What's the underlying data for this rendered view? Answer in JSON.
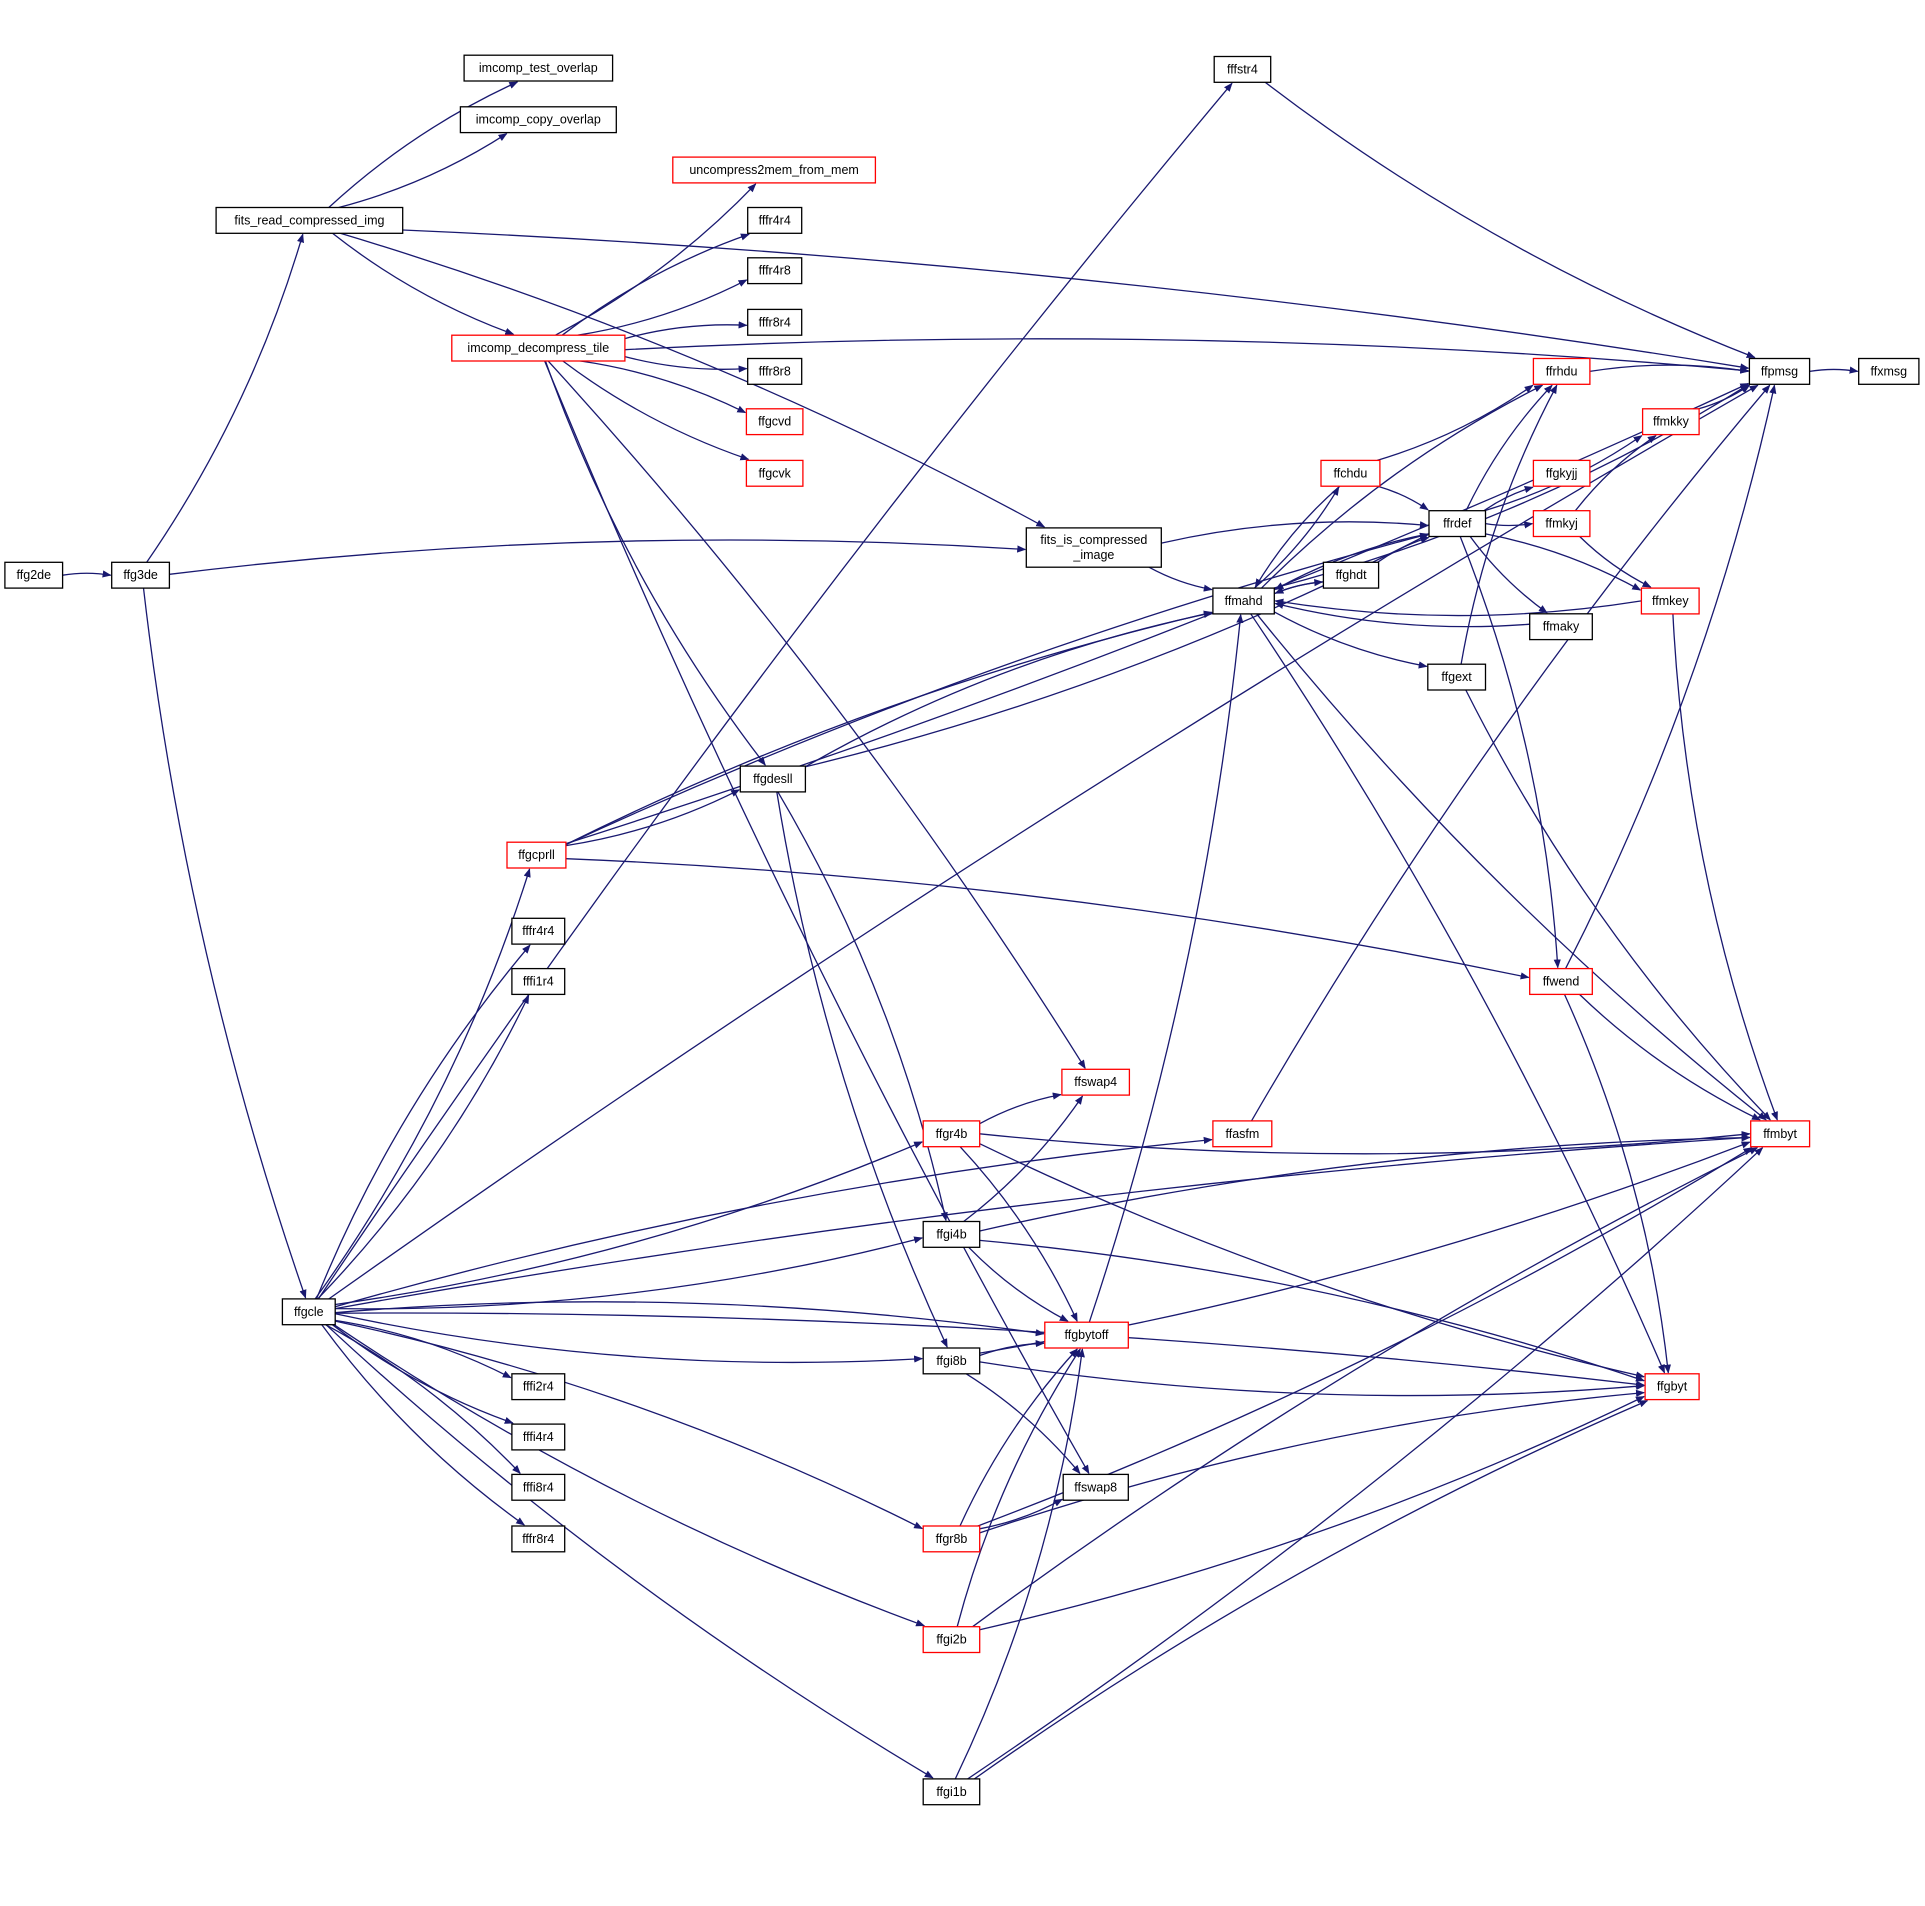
{
  "colors": {
    "edge": "#191970",
    "node_border_expandable": "#ff0000",
    "node_border_plain": "#000000",
    "root_fill": "#bfbfbf"
  },
  "nodes": [
    {
      "id": "ffg2de",
      "label": "ffg2de",
      "kind": "root"
    },
    {
      "id": "ffg3de",
      "label": "ffg3de",
      "kind": "plain"
    },
    {
      "id": "fits_read_compressed_img",
      "label": "fits_read_compressed_img",
      "kind": "plain"
    },
    {
      "id": "imcomp_test_overlap",
      "label": "imcomp_test_overlap",
      "kind": "plain"
    },
    {
      "id": "imcomp_copy_overlap",
      "label": "imcomp_copy_overlap",
      "kind": "plain"
    },
    {
      "id": "ffpmsg",
      "label": "ffpmsg",
      "kind": "plain"
    },
    {
      "id": "ffxmsg",
      "label": "ffxmsg",
      "kind": "plain"
    },
    {
      "id": "ffgcle",
      "label": "ffgcle",
      "kind": "plain"
    },
    {
      "id": "fffstr4",
      "label": "fffstr4",
      "kind": "plain"
    },
    {
      "id": "uncompress2mem_from_mem",
      "label": "uncompress2mem_from_mem",
      "kind": "expandable"
    },
    {
      "id": "imcomp_decompress_tile",
      "label": "imcomp_decompress_tile",
      "kind": "expandable"
    },
    {
      "id": "fffr4r4_a",
      "label": "fffr4r4",
      "kind": "plain"
    },
    {
      "id": "fffr4r8",
      "label": "fffr4r8",
      "kind": "plain"
    },
    {
      "id": "fffr8r4_a",
      "label": "fffr8r4",
      "kind": "plain"
    },
    {
      "id": "fffr8r8",
      "label": "fffr8r8",
      "kind": "plain"
    },
    {
      "id": "ffgcvd",
      "label": "ffgcvd",
      "kind": "expandable"
    },
    {
      "id": "ffgcvk",
      "label": "ffgcvk",
      "kind": "expandable"
    },
    {
      "id": "fits_is_compressed_image",
      "label": "fits_is_compressed\n_image",
      "kind": "plain"
    },
    {
      "id": "ffmahd",
      "label": "ffmahd",
      "kind": "plain"
    },
    {
      "id": "ffrhdu",
      "label": "ffrhdu",
      "kind": "expandable"
    },
    {
      "id": "ffchdu",
      "label": "ffchdu",
      "kind": "expandable"
    },
    {
      "id": "ffrdef",
      "label": "ffrdef",
      "kind": "plain"
    },
    {
      "id": "ffgkyjj",
      "label": "ffgkyjj",
      "kind": "expandable"
    },
    {
      "id": "ffmkky",
      "label": "ffmkky",
      "kind": "expandable"
    },
    {
      "id": "ffmkyj",
      "label": "ffmkyj",
      "kind": "expandable"
    },
    {
      "id": "ffmkey",
      "label": "ffmkey",
      "kind": "expandable"
    },
    {
      "id": "ffghdt",
      "label": "ffghdt",
      "kind": "plain"
    },
    {
      "id": "ffmaky",
      "label": "ffmaky",
      "kind": "plain"
    },
    {
      "id": "ffgext",
      "label": "ffgext",
      "kind": "plain"
    },
    {
      "id": "ffgdesll",
      "label": "ffgdesll",
      "kind": "plain"
    },
    {
      "id": "ffgcprll",
      "label": "ffgcprll",
      "kind": "expandable"
    },
    {
      "id": "ffwend",
      "label": "ffwend",
      "kind": "expandable"
    },
    {
      "id": "fffr4r4_b",
      "label": "fffr4r4",
      "kind": "plain"
    },
    {
      "id": "fffi1r4",
      "label": "fffi1r4",
      "kind": "plain"
    },
    {
      "id": "ffswap4",
      "label": "ffswap4",
      "kind": "expandable"
    },
    {
      "id": "ffgr4b",
      "label": "ffgr4b",
      "kind": "expandable"
    },
    {
      "id": "ffasfm",
      "label": "ffasfm",
      "kind": "expandable"
    },
    {
      "id": "ffmbyt",
      "label": "ffmbyt",
      "kind": "expandable"
    },
    {
      "id": "ffgi4b",
      "label": "ffgi4b",
      "kind": "plain"
    },
    {
      "id": "ffgbytoff",
      "label": "ffgbytoff",
      "kind": "expandable"
    },
    {
      "id": "ffgi8b",
      "label": "ffgi8b",
      "kind": "plain"
    },
    {
      "id": "ffgbyt",
      "label": "ffgbyt",
      "kind": "expandable"
    },
    {
      "id": "fffi2r4",
      "label": "fffi2r4",
      "kind": "plain"
    },
    {
      "id": "fffi4r4",
      "label": "fffi4r4",
      "kind": "plain"
    },
    {
      "id": "fffi8r4",
      "label": "fffi8r4",
      "kind": "plain"
    },
    {
      "id": "ffswap8",
      "label": "ffswap8",
      "kind": "plain"
    },
    {
      "id": "fffr8r4_b",
      "label": "fffr8r4",
      "kind": "plain"
    },
    {
      "id": "ffgr8b",
      "label": "ffgr8b",
      "kind": "expandable"
    },
    {
      "id": "ffgi2b",
      "label": "ffgi2b",
      "kind": "expandable"
    },
    {
      "id": "ffgi1b",
      "label": "ffgi1b",
      "kind": "plain"
    }
  ],
  "edges": [
    [
      "ffg2de",
      "ffg3de"
    ],
    [
      "ffg3de",
      "fits_read_compressed_img"
    ],
    [
      "ffg3de",
      "fits_is_compressed_image"
    ],
    [
      "ffg3de",
      "ffgcle"
    ],
    [
      "fits_read_compressed_img",
      "imcomp_test_overlap"
    ],
    [
      "fits_read_compressed_img",
      "imcomp_copy_overlap"
    ],
    [
      "fits_read_compressed_img",
      "ffpmsg"
    ],
    [
      "fits_read_compressed_img",
      "imcomp_decompress_tile"
    ],
    [
      "fits_read_compressed_img",
      "fits_is_compressed_image"
    ],
    [
      "imcomp_decompress_tile",
      "uncompress2mem_from_mem"
    ],
    [
      "imcomp_decompress_tile",
      "fffr4r4_a"
    ],
    [
      "imcomp_decompress_tile",
      "fffr4r8"
    ],
    [
      "imcomp_decompress_tile",
      "fffr8r4_a"
    ],
    [
      "imcomp_decompress_tile",
      "fffr8r8"
    ],
    [
      "imcomp_decompress_tile",
      "ffgcvd"
    ],
    [
      "imcomp_decompress_tile",
      "ffgcvk"
    ],
    [
      "imcomp_decompress_tile",
      "ffpmsg"
    ],
    [
      "imcomp_decompress_tile",
      "ffgdesll"
    ],
    [
      "imcomp_decompress_tile",
      "ffswap4"
    ],
    [
      "imcomp_decompress_tile",
      "ffswap8"
    ],
    [
      "ffpmsg",
      "ffxmsg"
    ],
    [
      "fffstr4",
      "ffpmsg"
    ],
    [
      "ffgcle",
      "fffstr4"
    ],
    [
      "ffgcle",
      "ffgcprll"
    ],
    [
      "ffgcle",
      "fffr4r4_b"
    ],
    [
      "ffgcle",
      "fffi1r4"
    ],
    [
      "ffgcle",
      "ffpmsg"
    ],
    [
      "ffgcle",
      "ffgr4b"
    ],
    [
      "ffgcle",
      "ffasfm"
    ],
    [
      "ffgcle",
      "ffgi4b"
    ],
    [
      "ffgcle",
      "ffgbytoff"
    ],
    [
      "ffgcle",
      "ffgi8b"
    ],
    [
      "ffgcle",
      "fffi2r4"
    ],
    [
      "ffgcle",
      "fffi4r4"
    ],
    [
      "ffgcle",
      "fffi8r4"
    ],
    [
      "ffgcle",
      "fffr8r4_b"
    ],
    [
      "ffgcle",
      "ffgr8b"
    ],
    [
      "ffgcle",
      "ffgi2b"
    ],
    [
      "ffgcle",
      "ffgbyt"
    ],
    [
      "ffgcle",
      "ffgi1b"
    ],
    [
      "ffgcle",
      "ffmbyt"
    ],
    [
      "fits_is_compressed_image",
      "ffmahd"
    ],
    [
      "fits_is_compressed_image",
      "ffrdef"
    ],
    [
      "ffmahd",
      "ffpmsg"
    ],
    [
      "ffmahd",
      "ffrhdu"
    ],
    [
      "ffmahd",
      "ffchdu"
    ],
    [
      "ffmahd",
      "ffghdt"
    ],
    [
      "ffmahd",
      "ffgext"
    ],
    [
      "ffmahd",
      "ffgbyt"
    ],
    [
      "ffmahd",
      "ffmbyt"
    ],
    [
      "ffrhdu",
      "ffpmsg"
    ],
    [
      "ffchdu",
      "ffrhdu"
    ],
    [
      "ffchdu",
      "ffrdef"
    ],
    [
      "ffchdu",
      "ffmahd"
    ],
    [
      "ffrdef",
      "ffrhdu"
    ],
    [
      "ffrdef",
      "ffmkky"
    ],
    [
      "ffrdef",
      "ffgkyjj"
    ],
    [
      "ffrdef",
      "ffmkyj"
    ],
    [
      "ffrdef",
      "ffmkey"
    ],
    [
      "ffrdef",
      "ffmaky"
    ],
    [
      "ffrdef",
      "ffwend"
    ],
    [
      "ffrdef",
      "ffmahd"
    ],
    [
      "ffghdt",
      "ffrdef"
    ],
    [
      "ffghdt",
      "ffmahd"
    ],
    [
      "ffmaky",
      "ffmahd"
    ],
    [
      "ffmkky",
      "ffpmsg"
    ],
    [
      "ffmkyj",
      "ffmkky"
    ],
    [
      "ffmkyj",
      "ffmkey"
    ],
    [
      "ffmkey",
      "ffmahd"
    ],
    [
      "ffmkey",
      "ffmbyt"
    ],
    [
      "ffgext",
      "ffrhdu"
    ],
    [
      "ffgext",
      "ffmbyt"
    ],
    [
      "ffgdesll",
      "ffmahd"
    ],
    [
      "ffgdesll",
      "ffrdef"
    ],
    [
      "ffgdesll",
      "ffgi4b"
    ],
    [
      "ffgdesll",
      "ffgi8b"
    ],
    [
      "ffgcprll",
      "ffmahd"
    ],
    [
      "ffgcprll",
      "ffgdesll"
    ],
    [
      "ffgcprll",
      "ffrdef"
    ],
    [
      "ffgcprll",
      "ffpmsg"
    ],
    [
      "ffgcprll",
      "ffwend"
    ],
    [
      "ffwend",
      "ffpmsg"
    ],
    [
      "ffwend",
      "ffgbyt"
    ],
    [
      "ffwend",
      "ffmbyt"
    ],
    [
      "ffgr4b",
      "ffswap4"
    ],
    [
      "ffgr4b",
      "ffmbyt"
    ],
    [
      "ffgr4b",
      "ffgbytoff"
    ],
    [
      "ffgr4b",
      "ffgbyt"
    ],
    [
      "ffasfm",
      "ffpmsg"
    ],
    [
      "ffgi4b",
      "ffswap4"
    ],
    [
      "ffgi4b",
      "ffmbyt"
    ],
    [
      "ffgi4b",
      "ffgbytoff"
    ],
    [
      "ffgi4b",
      "ffgbyt"
    ],
    [
      "ffgbytoff",
      "ffmahd"
    ],
    [
      "ffgi8b",
      "ffgbytoff"
    ],
    [
      "ffgi8b",
      "ffgbyt"
    ],
    [
      "ffgi8b",
      "ffswap8"
    ],
    [
      "ffgi8b",
      "ffmbyt"
    ],
    [
      "ffgr8b",
      "ffgbytoff"
    ],
    [
      "ffgr8b",
      "ffswap8"
    ],
    [
      "ffgr8b",
      "ffgbyt"
    ],
    [
      "ffgr8b",
      "ffmbyt"
    ],
    [
      "ffgi2b",
      "ffgbytoff"
    ],
    [
      "ffgi2b",
      "ffgbyt"
    ],
    [
      "ffgi2b",
      "ffmbyt"
    ],
    [
      "ffgi1b",
      "ffgbytoff"
    ],
    [
      "ffgi1b",
      "ffgbyt"
    ],
    [
      "ffgi1b",
      "ffmbyt"
    ]
  ]
}
